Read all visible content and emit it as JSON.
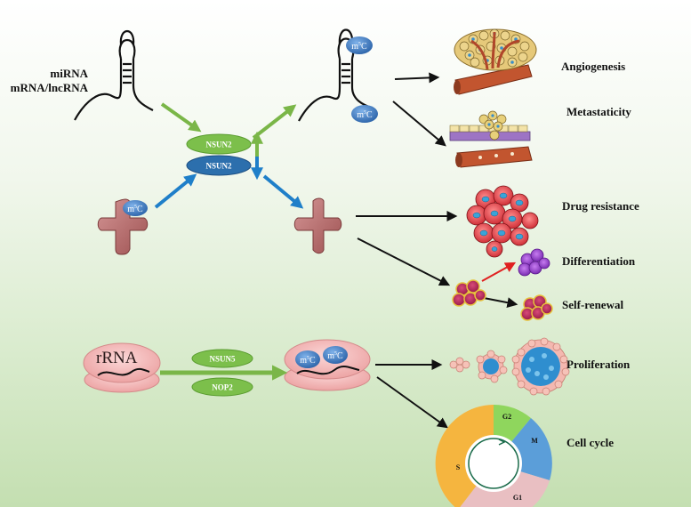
{
  "rna_labels": {
    "mirna": "miRNA",
    "mrna_lncrna": "mRNA/lncRNA",
    "rrna": "rRNA"
  },
  "modification": {
    "base": "m",
    "sup": "5",
    "tail": "C"
  },
  "enzymes": {
    "upper": "NSUN2",
    "lower": "NSUN2",
    "nsun5": "NSUN5",
    "nop2": "NOP2"
  },
  "outcomes": {
    "angiogenesis": "Angiogenesis",
    "metastaticity": "Metastaticity",
    "drug_resistance": "Drug resistance",
    "differentiation": "Differentiation",
    "self_renewal": "Self-renewal",
    "proliferation": "Proliferation",
    "cell_cycle": "Cell cycle"
  },
  "cell_cycle_phases": {
    "g2": "G2",
    "m": "M",
    "s": "S",
    "g1": "G1"
  },
  "colors": {
    "green_arrow": "#7ab648",
    "blue_arrow": "#1f7fc9",
    "red_arrow": "#e02020",
    "enzyme_green": "#7cbf4b",
    "enzyme_blue": "#2c6fad",
    "m5c_badge": "#3d7ec9",
    "trna_fill": "#b86b6b",
    "ribosome_fill": "#f3b6b6"
  }
}
